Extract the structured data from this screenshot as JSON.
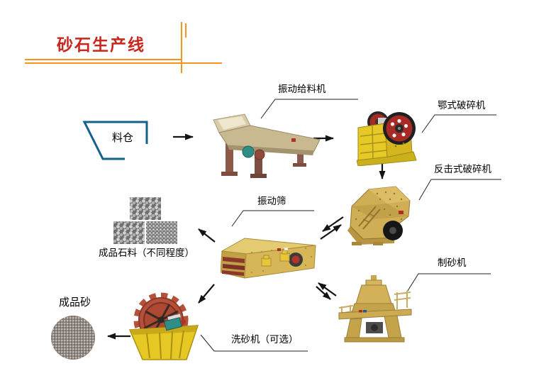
{
  "title": "砂石生产线",
  "colors": {
    "title_red": "#c9271e",
    "accent_orange": "#f7941d",
    "bin_outline": "#14608e",
    "arrow_black": "#141414",
    "machine_yellow": "#e6c826",
    "wheel_red": "#a82a25"
  },
  "nodes": {
    "material_bin": {
      "label": "料仓"
    },
    "vibrating_feeder": {
      "label": "振动给料机"
    },
    "jaw_crusher": {
      "label": "鄂式破碎机"
    },
    "impact_crusher": {
      "label": "反击式破碎机"
    },
    "vibrating_screen": {
      "label": "振动筛"
    },
    "sand_maker": {
      "label": "制砂机"
    },
    "finished_stone": {
      "label": "成品石料（不同程度）"
    },
    "sand_washer": {
      "label": "洗砂机（可选）"
    },
    "finished_sand": {
      "label": "成品砂"
    }
  },
  "flow": [
    {
      "from": "material_bin",
      "to": "vibrating_feeder",
      "type": "one-way"
    },
    {
      "from": "vibrating_feeder",
      "to": "jaw_crusher",
      "type": "one-way"
    },
    {
      "from": "jaw_crusher",
      "to": "impact_crusher",
      "type": "one-way"
    },
    {
      "from": "impact_crusher",
      "to": "vibrating_screen",
      "type": "two-way"
    },
    {
      "from": "vibrating_screen",
      "to": "finished_stone",
      "type": "one-way"
    },
    {
      "from": "vibrating_screen",
      "to": "sand_maker",
      "type": "two-way"
    },
    {
      "from": "vibrating_screen",
      "to": "sand_washer",
      "type": "one-way"
    },
    {
      "from": "sand_washer",
      "to": "finished_sand",
      "type": "one-way"
    }
  ]
}
